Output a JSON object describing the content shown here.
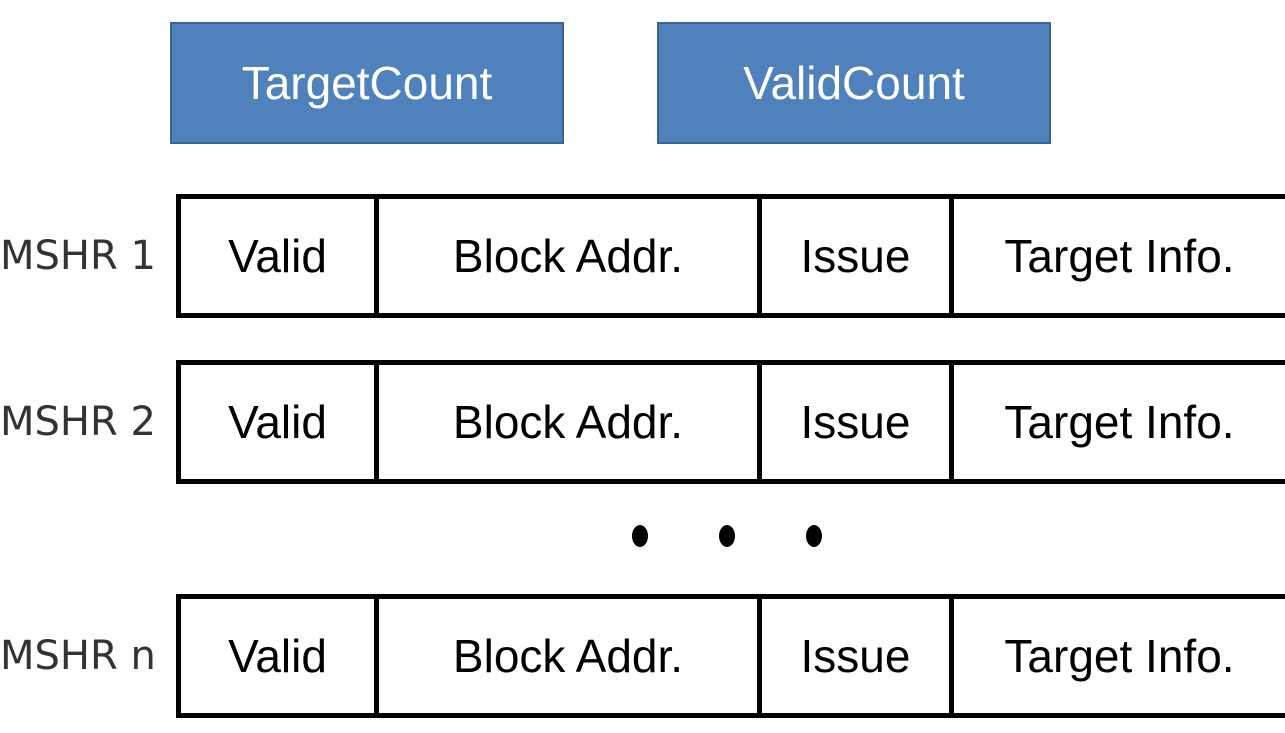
{
  "counters": {
    "target_count": "TargetCount",
    "valid_count": "ValidCount"
  },
  "colors": {
    "counter_fill": "#4f81bd",
    "counter_text": "#ffffff",
    "border": "#000000"
  },
  "entries": [
    {
      "label": "MSHR 1",
      "fields": {
        "valid": "Valid",
        "block_addr": "Block Addr.",
        "issue": "Issue",
        "target_info": "Target Info."
      }
    },
    {
      "label": "MSHR 2",
      "fields": {
        "valid": "Valid",
        "block_addr": "Block Addr.",
        "issue": "Issue",
        "target_info": "Target Info."
      }
    },
    {
      "label": "MSHR n",
      "fields": {
        "valid": "Valid",
        "block_addr": "Block Addr.",
        "issue": "Issue",
        "target_info": "Target Info."
      }
    }
  ]
}
